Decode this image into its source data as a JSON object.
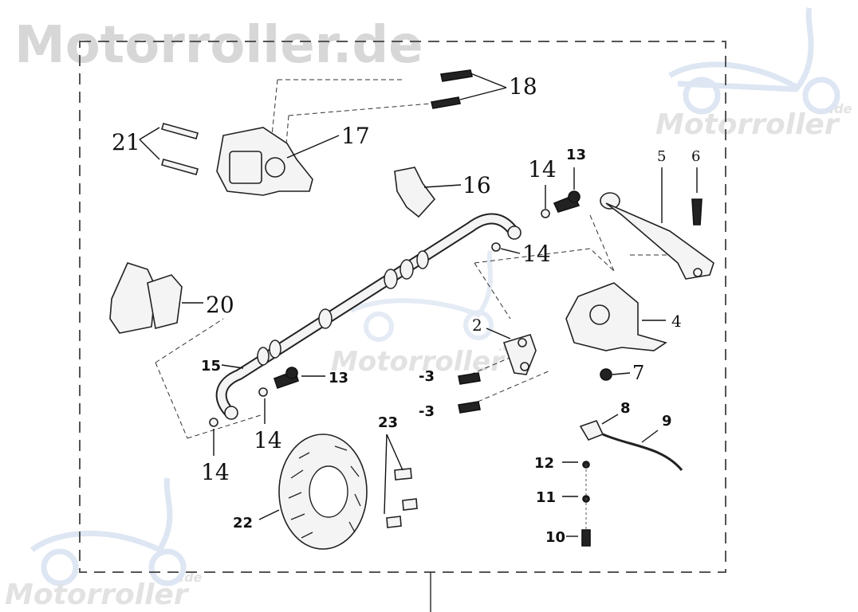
{
  "watermarks": {
    "top_left": "Motorroller.de",
    "top_right": "Motorroller",
    "top_right_suffix": ".de",
    "center": "Motorroller",
    "center_suffix": ".de",
    "bottom_left": "Motorroller",
    "bottom_left_suffix": ".de"
  },
  "labels": {
    "l2": "2",
    "l3a": "-3",
    "l3b": "-3",
    "l4": "4",
    "l5": "5",
    "l6": "6",
    "l7": "7",
    "l8": "8",
    "l9": "9",
    "l10": "10",
    "l11": "11",
    "l12": "12",
    "l13a": "13",
    "l13b": "13",
    "l14a": "14",
    "l14b": "14",
    "l14c": "14",
    "l14d": "14",
    "l15": "15",
    "l16": "16",
    "l17": "17",
    "l18": "18",
    "l20": "20",
    "l21": "21",
    "l22": "22",
    "l23": "23"
  },
  "colors": {
    "watermark_gray": "#d7d7d7",
    "watermark_blue": "#dde6f2",
    "line": "#111111"
  }
}
